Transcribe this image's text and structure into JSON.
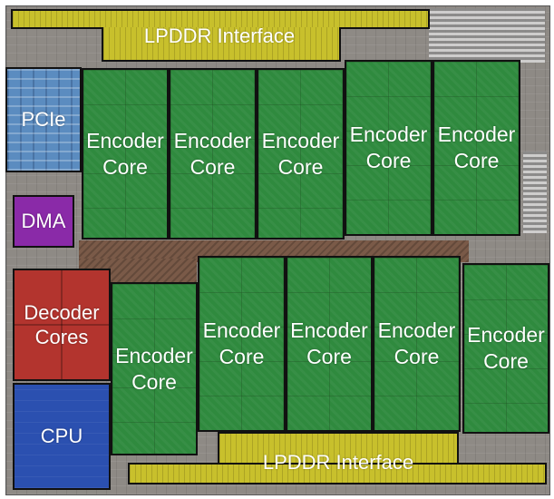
{
  "image": "chip die shot with annotated functional blocks",
  "lpddr_top": "LPDDR Interface",
  "lpddr_bottom": "LPDDR Interface",
  "pcie": "PCIe",
  "dma": "DMA",
  "decoder_line1": "Decoder",
  "decoder_line2": "Cores",
  "cpu": "CPU",
  "encoder": {
    "line1": "Encoder",
    "line2": "Core"
  },
  "colors": {
    "encoder": "#2f8a3e",
    "lpddr": "#c8c02c",
    "pcie": "#5b8cc0",
    "dma": "#8a2aa8",
    "decoder": "#b3342e",
    "cpu": "#2b50b0"
  }
}
